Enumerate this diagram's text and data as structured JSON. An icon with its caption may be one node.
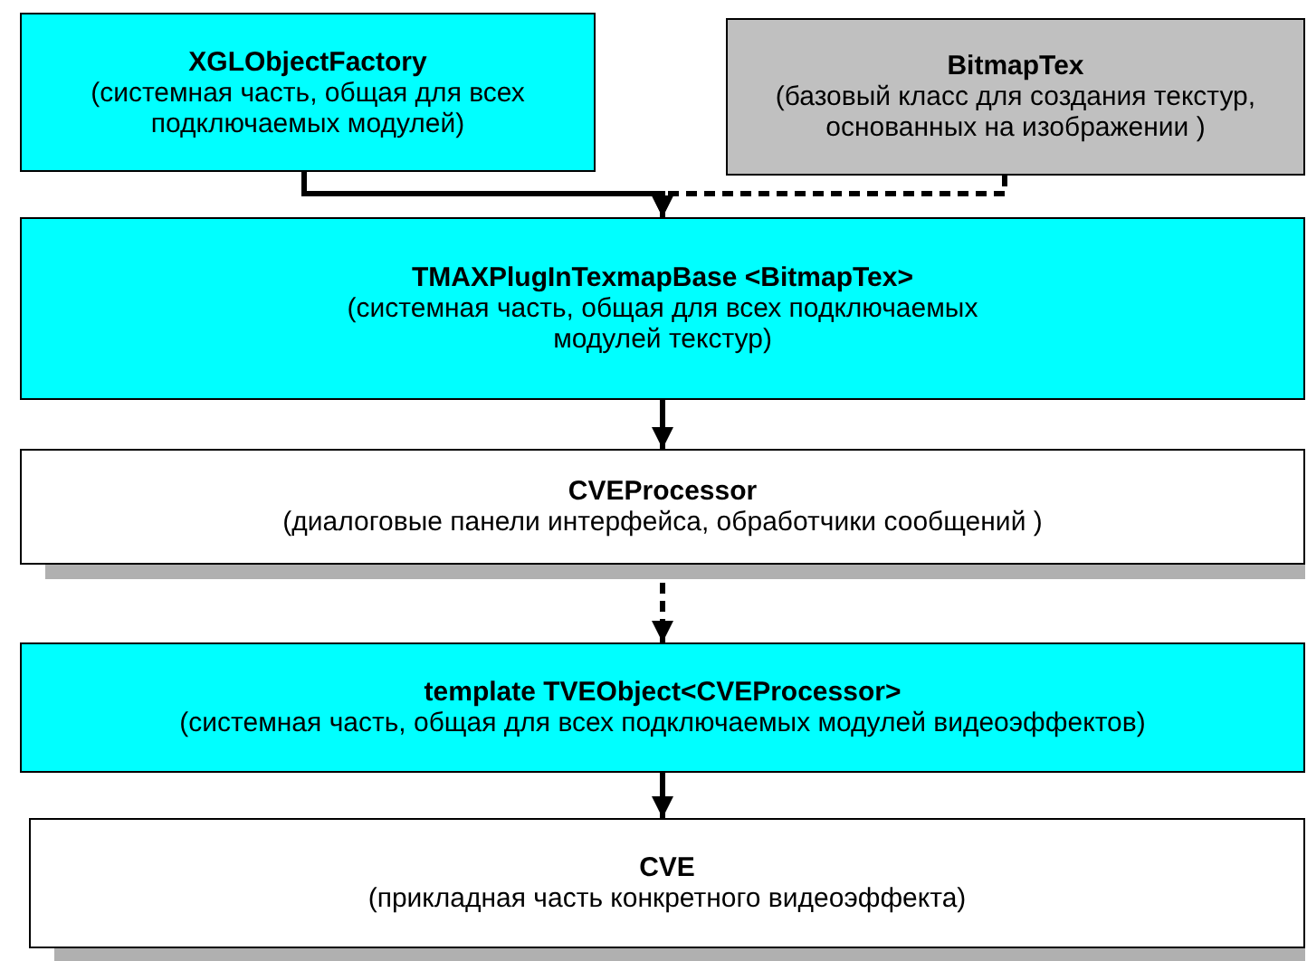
{
  "diagram": {
    "nodes": [
      {
        "text": [
          "XGLObjectFactory",
          "(системная часть, общая для всех подключаемых модулей)"
        ]
      },
      {
        "text": [
          "BitmapTex",
          "(базовый класс для создания текстур, основанных на изображении )"
        ]
      },
      {
        "text": [
          "TMAXPlugInTexmapBase <BitmapTex>",
          "(системная часть, общая для всех подключаемых модулей текстур)"
        ]
      },
      {
        "text": [
          "CVEProcessor",
          "(диалоговые панели интерфейса, обработчики сообщений )"
        ]
      },
      {
        "text": [
          "template TVEObject<CVEProcessor>",
          "(системная часть, общая для всех подключаемых модулей видеоэффектов)"
        ]
      },
      {
        "text": [
          "CVE",
          "(прикладная часть конкретного видеоэффекта)"
        ]
      }
    ],
    "edges": [
      {
        "from": 0,
        "to": 2,
        "arrow": "to"
      },
      {
        "from": 1,
        "to": 2,
        "arrow": "to",
        "style": "dashed"
      },
      {
        "from": 2,
        "to": 3,
        "arrow": "to"
      },
      {
        "from": 3,
        "to": 4,
        "arrow": "to",
        "style": "dashed"
      },
      {
        "from": 4,
        "to": 5,
        "arrow": "to"
      }
    ]
  }
}
